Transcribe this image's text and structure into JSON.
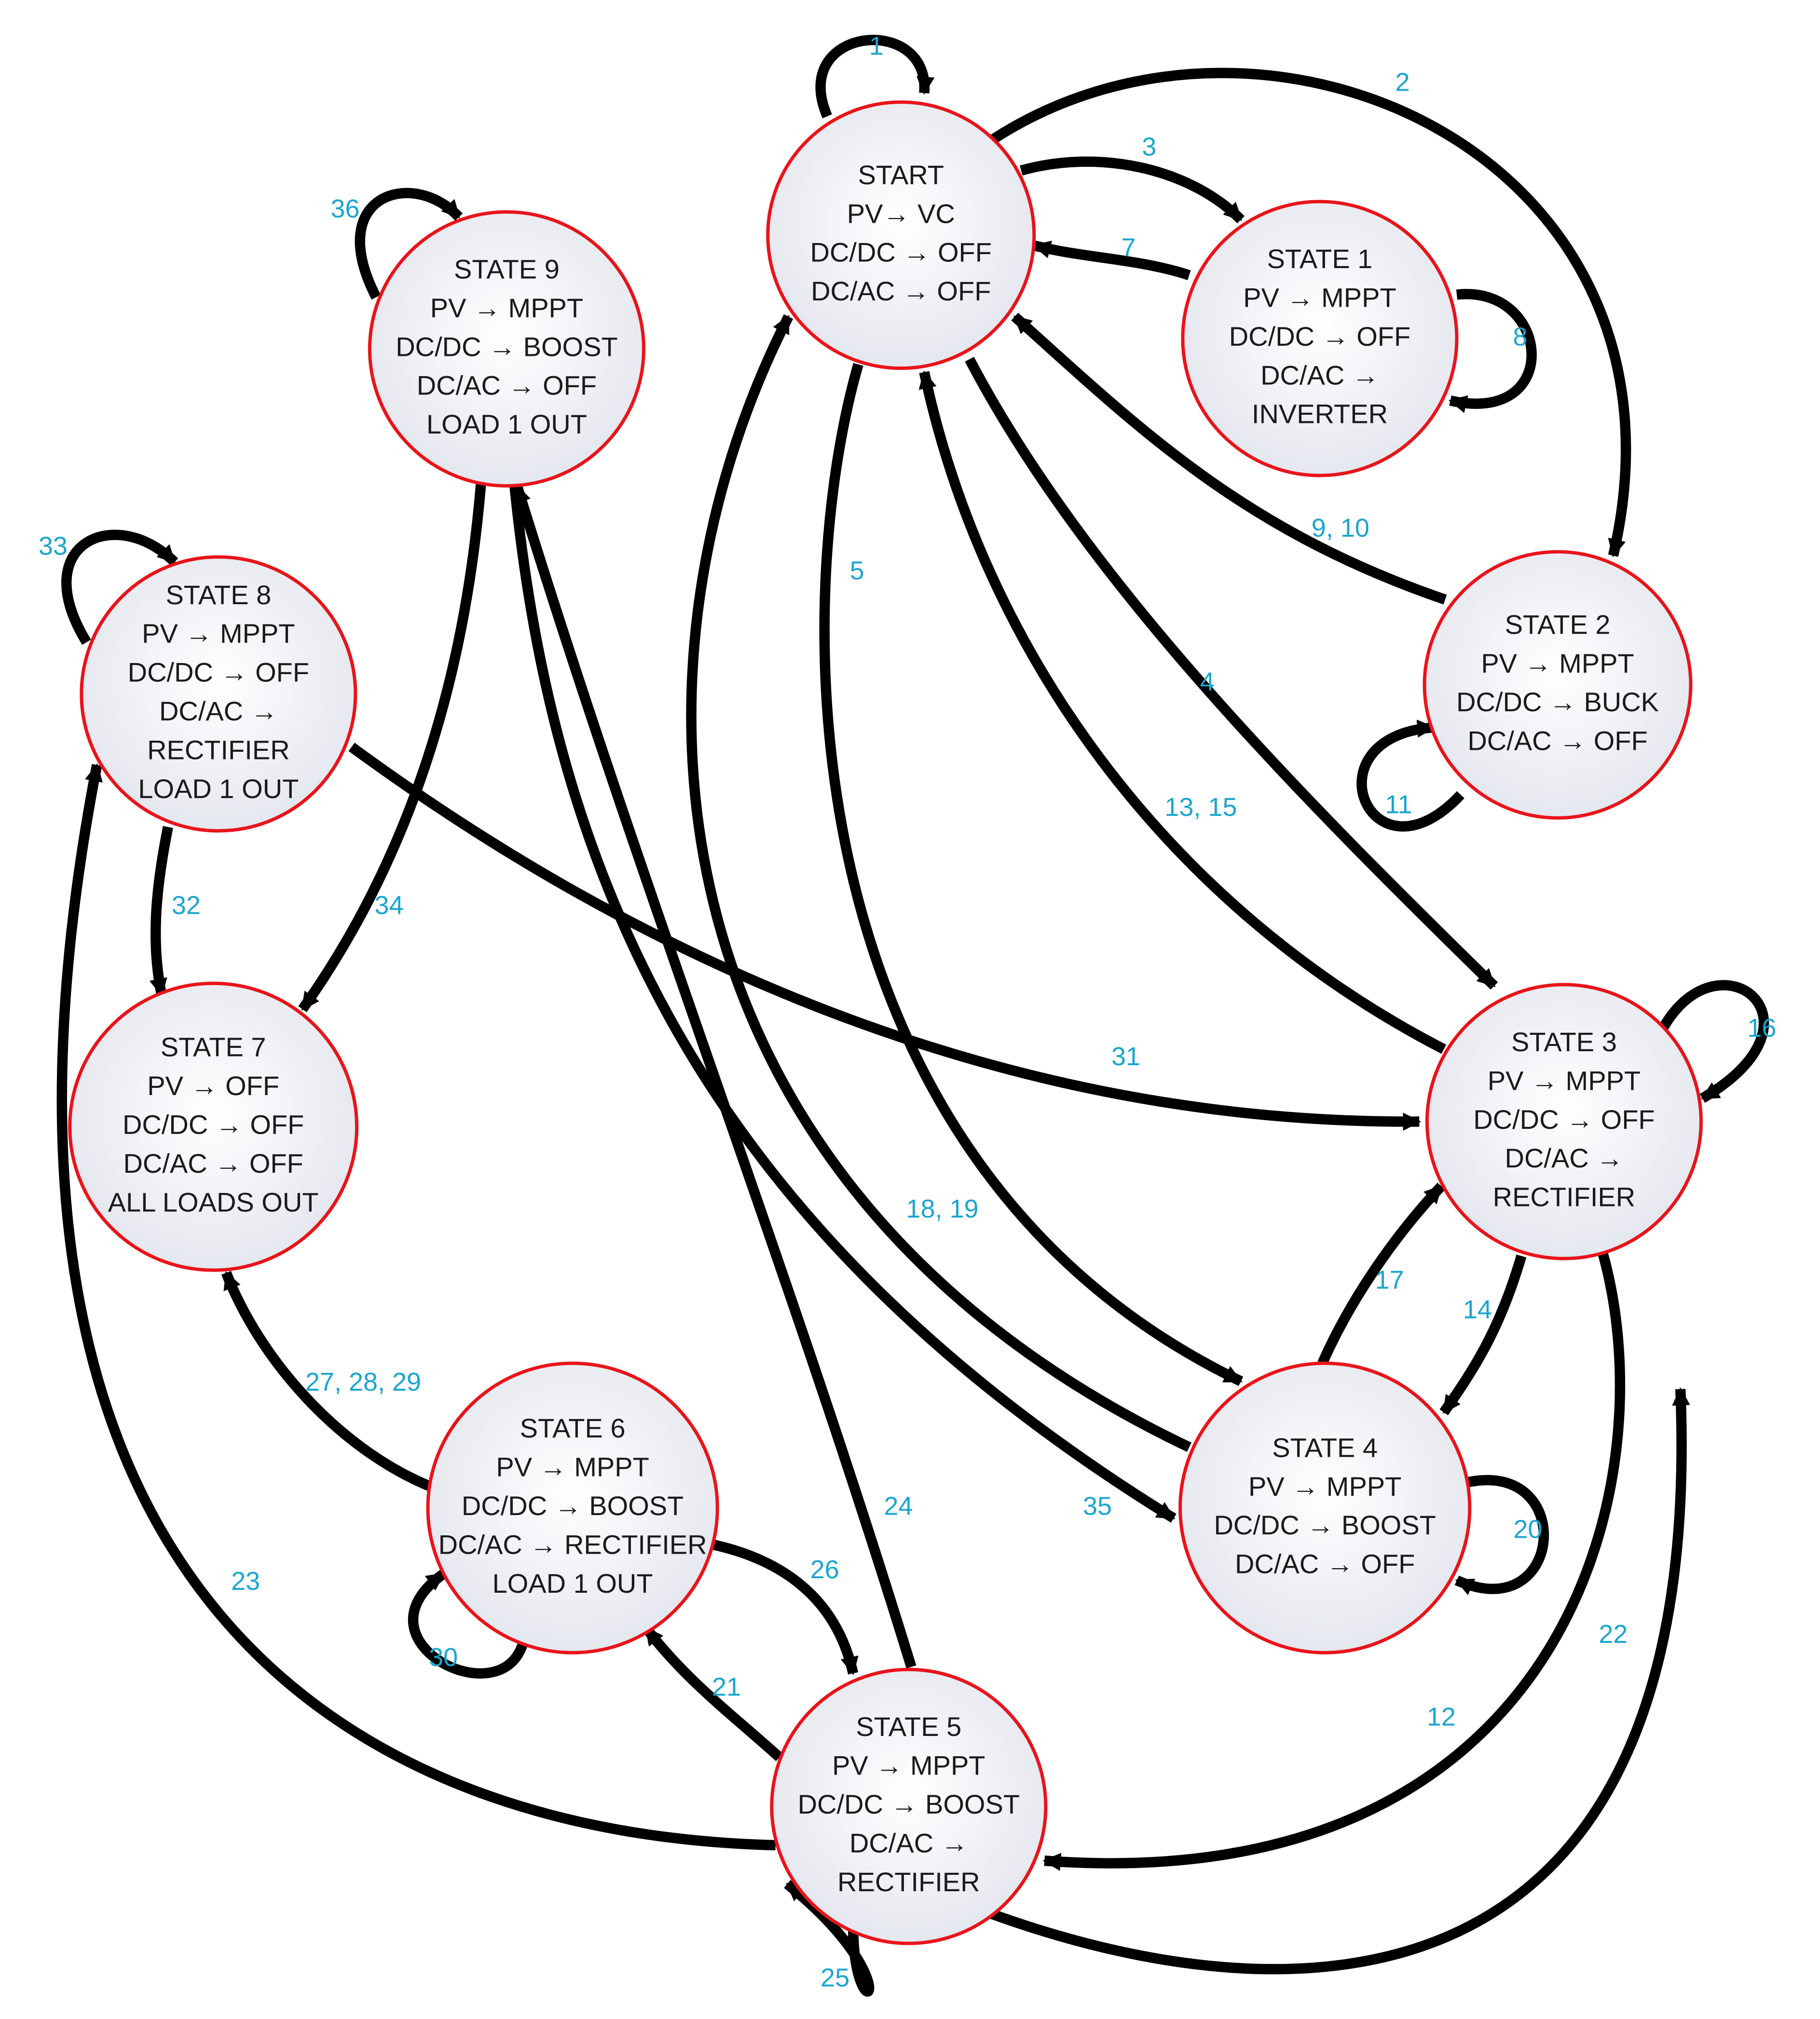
{
  "colors": {
    "node_border": "#e8141a",
    "node_fill_center": "#ffffff",
    "node_fill_edge": "#e4e7ee",
    "edge": "#000000",
    "edge_label": "#1aa6cf",
    "node_text": "#1a1a1a"
  },
  "states": [
    {
      "id": "start",
      "lines": [
        "START",
        "PV→ VC",
        "DC/DC → OFF",
        "DC/AC → OFF"
      ]
    },
    {
      "id": "state1",
      "lines": [
        "STATE 1",
        "PV → MPPT",
        "DC/DC → OFF",
        "DC/AC →",
        "INVERTER"
      ]
    },
    {
      "id": "state2",
      "lines": [
        "STATE 2",
        "PV → MPPT",
        "DC/DC → BUCK",
        "DC/AC → OFF"
      ]
    },
    {
      "id": "state3",
      "lines": [
        "STATE 3",
        "PV → MPPT",
        "DC/DC → OFF",
        "DC/AC →",
        "RECTIFIER"
      ]
    },
    {
      "id": "state4",
      "lines": [
        "STATE 4",
        "PV → MPPT",
        "DC/DC → BOOST",
        "DC/AC → OFF"
      ]
    },
    {
      "id": "state5",
      "lines": [
        "STATE 5",
        "PV → MPPT",
        "DC/DC → BOOST",
        "DC/AC →",
        "RECTIFIER"
      ]
    },
    {
      "id": "state6",
      "lines": [
        "STATE 6",
        "PV → MPPT",
        "DC/DC → BOOST",
        "DC/AC → RECTIFIER",
        "LOAD 1 OUT"
      ]
    },
    {
      "id": "state7",
      "lines": [
        "STATE 7",
        "PV → OFF",
        "DC/DC → OFF",
        "DC/AC → OFF",
        "ALL LOADS OUT"
      ]
    },
    {
      "id": "state8",
      "lines": [
        "STATE 8",
        "PV → MPPT",
        "DC/DC → OFF",
        "DC/AC →",
        "RECTIFIER",
        "LOAD 1 OUT"
      ]
    },
    {
      "id": "state9",
      "lines": [
        "STATE 9",
        "PV → MPPT",
        "DC/DC → BOOST",
        "DC/AC → OFF",
        "LOAD 1 OUT"
      ]
    }
  ],
  "transitions": [
    {
      "id": "t1",
      "from": "start",
      "to": "start",
      "label": "1"
    },
    {
      "id": "t2",
      "from": "start",
      "to": "state2",
      "label": "2"
    },
    {
      "id": "t3",
      "from": "start",
      "to": "state1",
      "label": "3"
    },
    {
      "id": "t4",
      "from": "start",
      "to": "state3",
      "label": "4"
    },
    {
      "id": "t5",
      "from": "start",
      "to": "state4",
      "label": "5"
    },
    {
      "id": "t7",
      "from": "state1",
      "to": "start",
      "label": "7"
    },
    {
      "id": "t8",
      "from": "state1",
      "to": "state1",
      "label": "8"
    },
    {
      "id": "t9",
      "from": "state2",
      "to": "start",
      "label": "9, 10"
    },
    {
      "id": "t11",
      "from": "state2",
      "to": "state2",
      "label": "11"
    },
    {
      "id": "t12",
      "from": "state3",
      "to": "state5",
      "label": "12"
    },
    {
      "id": "t13",
      "from": "state3",
      "to": "start",
      "label": "13, 15"
    },
    {
      "id": "t14",
      "from": "state3",
      "to": "state4",
      "label": "14"
    },
    {
      "id": "t16",
      "from": "state3",
      "to": "state3",
      "label": "16"
    },
    {
      "id": "t17",
      "from": "state4",
      "to": "state3",
      "label": "17"
    },
    {
      "id": "t18",
      "from": "state4",
      "to": "start",
      "label": "18, 19"
    },
    {
      "id": "t20",
      "from": "state4",
      "to": "state4",
      "label": "20"
    },
    {
      "id": "t21",
      "from": "state5",
      "to": "state6",
      "label": "21"
    },
    {
      "id": "t22",
      "from": "state5",
      "to": "state3",
      "label": "22"
    },
    {
      "id": "t23",
      "from": "state5",
      "to": "state8",
      "label": "23"
    },
    {
      "id": "t24",
      "from": "state5",
      "to": "state9",
      "label": "24"
    },
    {
      "id": "t25",
      "from": "state5",
      "to": "state5",
      "label": "25"
    },
    {
      "id": "t26",
      "from": "state6",
      "to": "state5",
      "label": "26"
    },
    {
      "id": "t27",
      "from": "state6",
      "to": "state7",
      "label": "27, 28, 29"
    },
    {
      "id": "t30",
      "from": "state6",
      "to": "state6",
      "label": "30"
    },
    {
      "id": "t31",
      "from": "state8",
      "to": "state3",
      "label": "31"
    },
    {
      "id": "t32",
      "from": "state8",
      "to": "state7",
      "label": "32"
    },
    {
      "id": "t33",
      "from": "state8",
      "to": "state8",
      "label": "33"
    },
    {
      "id": "t34",
      "from": "state9",
      "to": "state7",
      "label": "34"
    },
    {
      "id": "t35",
      "from": "state9",
      "to": "state4",
      "label": "35"
    },
    {
      "id": "t36",
      "from": "state9",
      "to": "state9",
      "label": "36"
    }
  ]
}
